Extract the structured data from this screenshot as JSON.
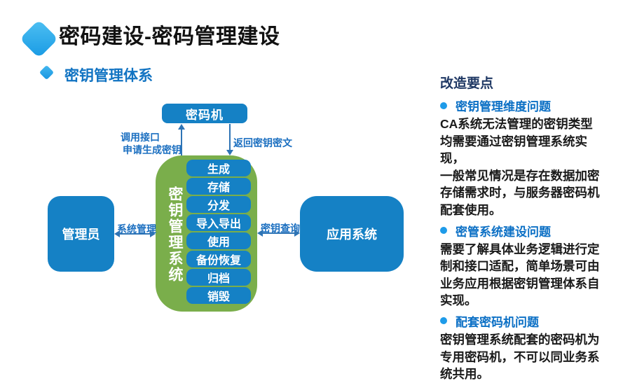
{
  "header": {
    "title": "密码建设-密码管理建设"
  },
  "subtitle": {
    "label": "密钥管理体系"
  },
  "diagram": {
    "crypto_machine_label": "密码机",
    "call_api_line1": "调用接口",
    "call_api_line2": "申请生成密钥",
    "return_label": "返回密钥密文",
    "kms_vertical_label": "密钥管理系统",
    "functions": [
      "生成",
      "存储",
      "分发",
      "导入导出",
      "使用",
      "备份恢复",
      "归档",
      "销毁"
    ],
    "admin_label": "管理员",
    "app_system_label": "应用系统",
    "sys_manage_label": "系统管理",
    "key_query_label": "密钥查询"
  },
  "panel": {
    "heading": "改造要点",
    "sections": [
      {
        "title": "密钥管理维度问题",
        "body": "CA系统无法管理的密钥类型\n均需要通过密钥管理系统实现，\n一般常见情况是存在数据加密\n存储需求时，与服务器密码机\n配套使用。"
      },
      {
        "title": "密管系统建设问题",
        "body": "需要了解具体业务逻辑进行定\n制和接口适配，简单场景可由\n业务应用根据密钥管理体系自\n实现。"
      },
      {
        "title": "配套密码机问题",
        "body": "密钥管理系统配套的密码机为\n专用密码机，不可以同业务系\n统共用。"
      }
    ]
  },
  "colors": {
    "box_blue": "#1581c5",
    "container_green": "#7aae4b",
    "label_blue": "#1b6fc0",
    "arrow_blue": "#2e74b5",
    "heading_navy": "#1f3864",
    "section_blue": "#0c70c5",
    "bullet_blue": "#1e9be9",
    "diamond_blue": "#29a7e6"
  }
}
